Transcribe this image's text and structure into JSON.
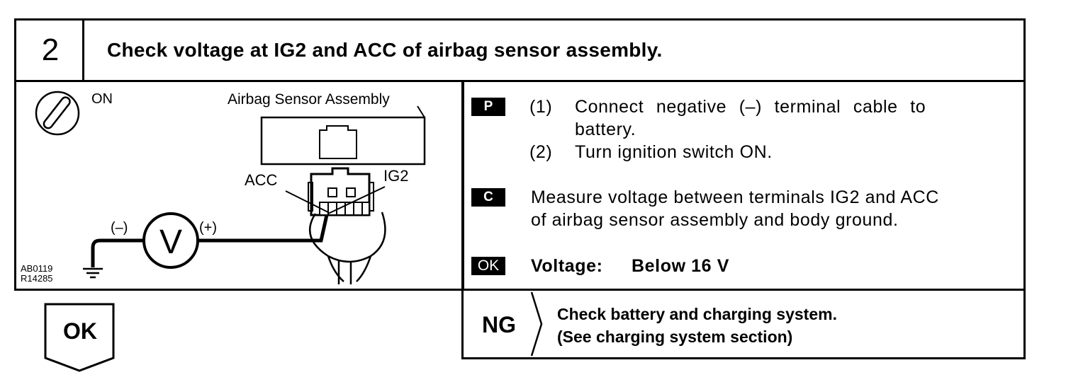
{
  "header": {
    "step_number": "2",
    "title": "Check voltage at IG2 and ACC of airbag sensor assembly."
  },
  "figure": {
    "switch_label": "ON",
    "assembly_label": "Airbag Sensor Assembly",
    "acc_label": "ACC",
    "ig2_label": "IG2",
    "minus_label": "(–)",
    "plus_label": "(+)",
    "meter_label": "V",
    "code1": "AB0119",
    "code2": "R14285"
  },
  "procedure": {
    "p_tag": "P",
    "p_step1_num": "(1)",
    "p_step1_text": "Connect negative (–) terminal cable to",
    "p_step1_text2": "battery.",
    "p_step2_num": "(2)",
    "p_step2_text": "Turn ignition switch ON.",
    "c_tag": "C",
    "c_text1": "Measure voltage between terminals IG2 and ACC",
    "c_text2": "of airbag sensor assembly and body ground.",
    "ok_tag": "OK",
    "ok_label": "Voltage:",
    "ok_value": "Below 16 V"
  },
  "ng": {
    "label": "NG",
    "line1": "Check battery and charging system.",
    "line2": "(See charging system section)"
  },
  "ok_flow": {
    "label": "OK"
  }
}
